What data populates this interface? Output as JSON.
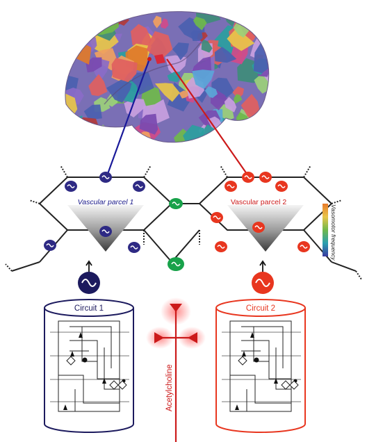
{
  "labels": {
    "parcel1": "Vascular parcel 1",
    "parcel2": "Vascular parcel 2",
    "circuit1": "Circuit 1",
    "circuit2": "Circuit 2",
    "neuromodulator": "Acetylcholine",
    "colorbar": "Vasomotor frequency"
  },
  "colors": {
    "circuit1": "#2e2a84",
    "circuit2": "#e8361f",
    "shared": "#18a24a",
    "link": "#cc1a1a",
    "network": "#222222"
  },
  "brain_palette": [
    "#8a6bc8",
    "#5aa6d8",
    "#e07a2a",
    "#6fb84b",
    "#d04a8a",
    "#3e8c7a",
    "#e8c54a",
    "#b23a3a",
    "#4a5fb0",
    "#9bd07a",
    "#c8a0e0",
    "#2a9ea0",
    "#e06060",
    "#7a4ab0",
    "#f0a060"
  ],
  "icons": {
    "vessel_node": "oscillation-icon",
    "pacemaker": "sine-wave-icon",
    "neuron": "pyramidal-neuron-icon"
  }
}
